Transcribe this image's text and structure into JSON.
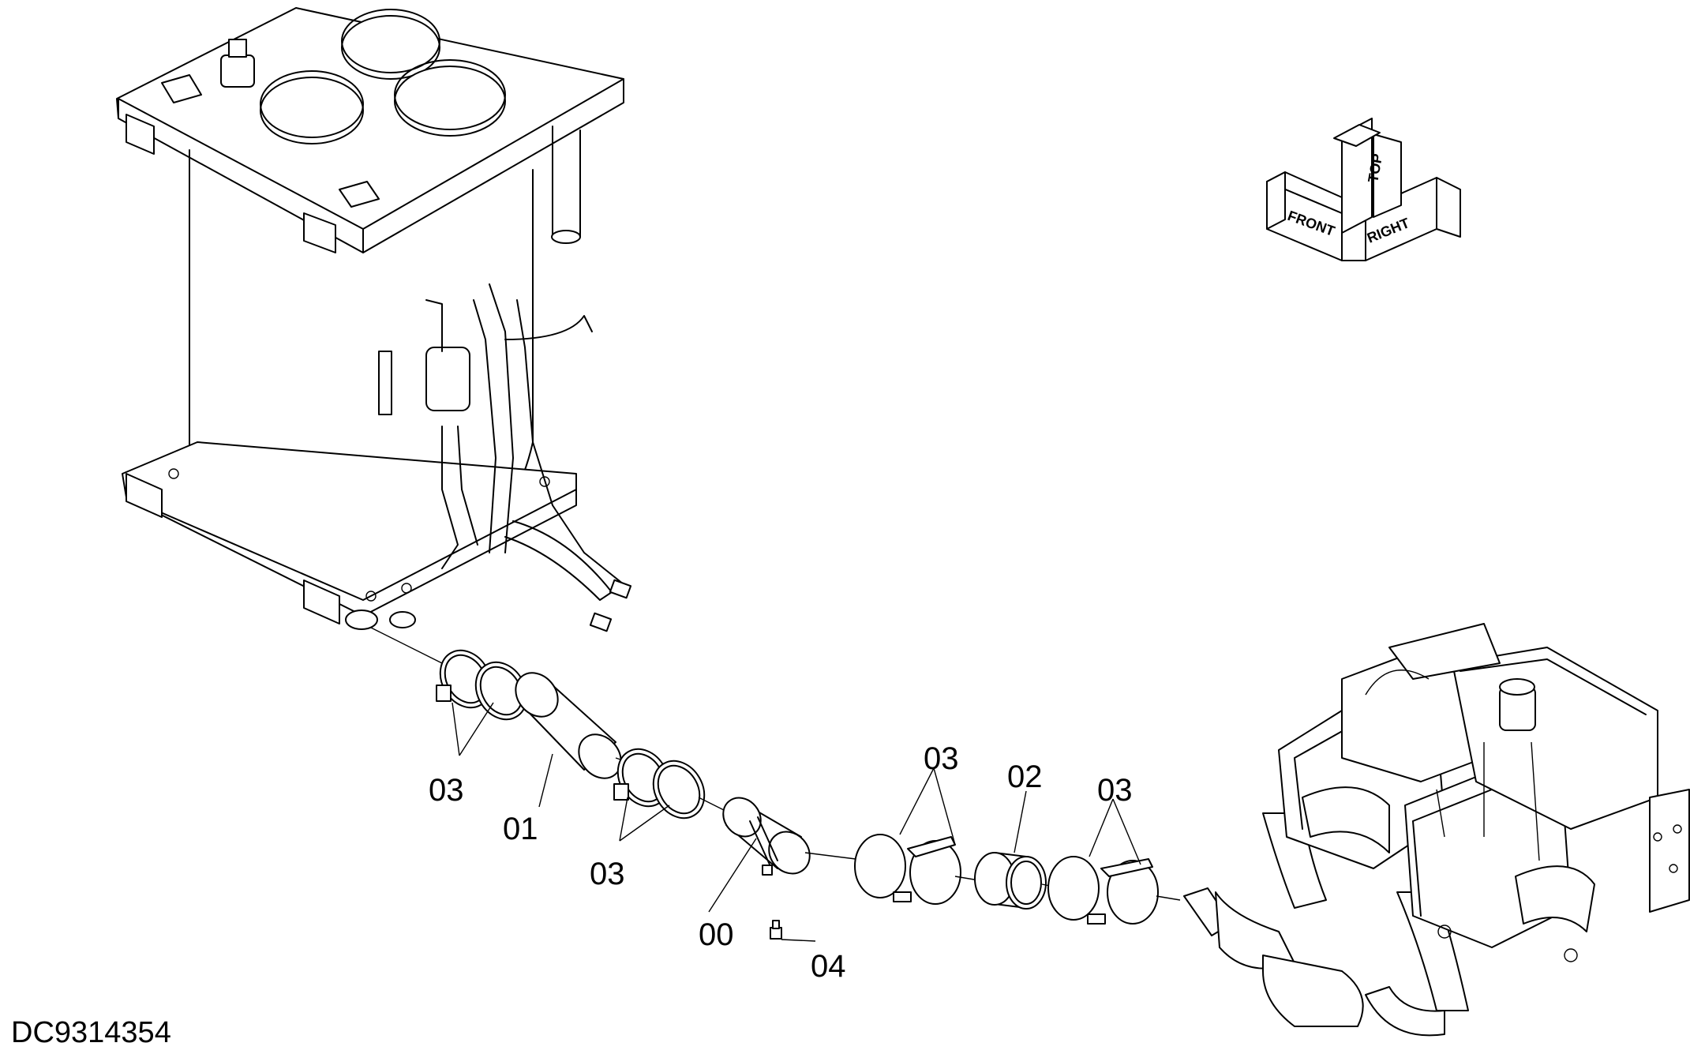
{
  "drawing_id": "DC9314354",
  "orientation": {
    "front": "FRONT",
    "top": "TOP",
    "right": "RIGHT"
  },
  "callouts": {
    "c00": "00",
    "c01": "01",
    "c02": "02",
    "c03a": "03",
    "c03b": "03",
    "c03c": "03",
    "c03d": "03",
    "c04": "04"
  }
}
